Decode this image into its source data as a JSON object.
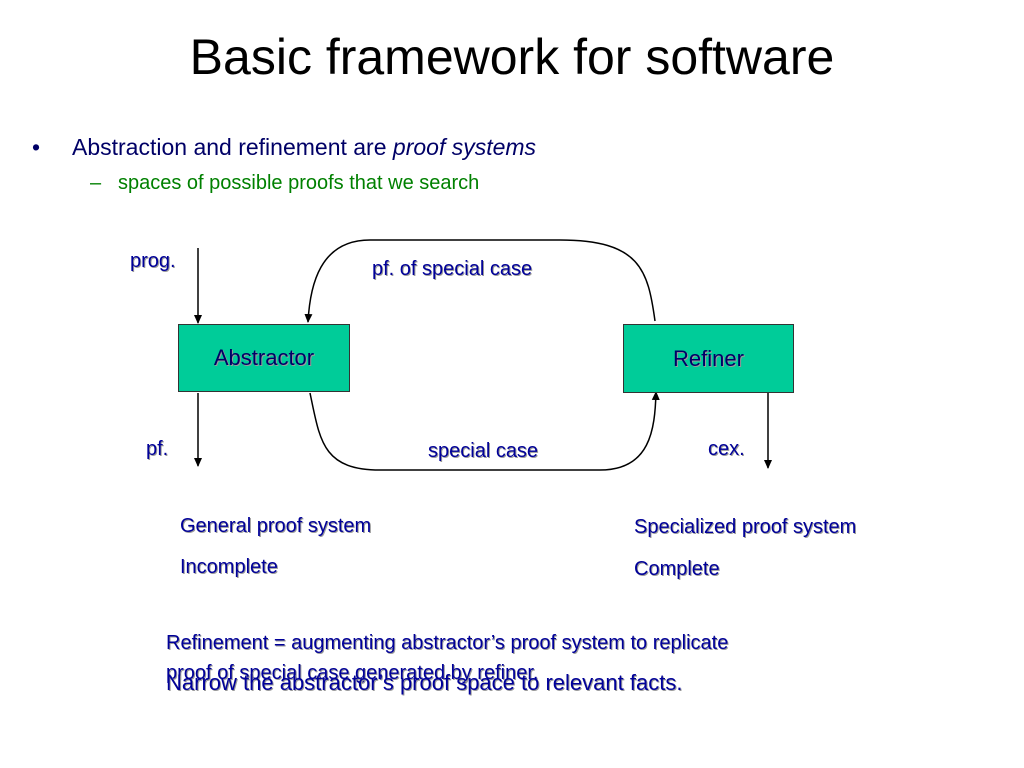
{
  "slide": {
    "title": "Basic framework for software",
    "bullet": {
      "text_before": "Abstraction and refinement are ",
      "text_emphasis": "proof systems",
      "sub": "spaces of possible proofs that we search"
    }
  },
  "diagram": {
    "abstractor_label": "Abstractor",
    "refiner_label": "Refiner",
    "input_label": "prog.",
    "pf_label": "pf.",
    "cex_label": "cex.",
    "top_edge_label": "pf. of special case",
    "bottom_edge_label": "special case",
    "left_notes": [
      "General proof system",
      "Incomplete"
    ],
    "right_notes": [
      "Specialized proof system",
      "Complete"
    ]
  },
  "footer": {
    "line1": "Refinement = augmenting abstractor’s proof system to replicate",
    "line2": "proof of special case generated by refiner.",
    "line3": "Narrow the abstractor’s proof space to relevant facts."
  },
  "colors": {
    "box_fill": "#00cc99",
    "label_text": "#000099",
    "sub_bullet": "#008000"
  }
}
